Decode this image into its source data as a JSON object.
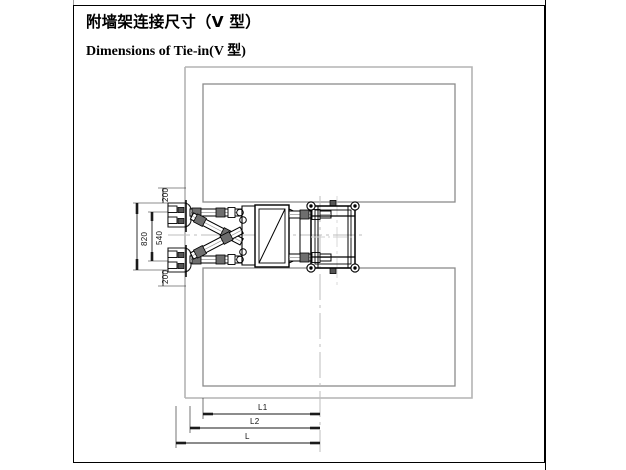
{
  "document": {
    "title_cn": "附墙架连接尺寸（V 型）",
    "title_en": "Dimensions of Tie-in(V 型)",
    "drawing_type": "engineering-elevation",
    "subject": "wall tie-in bracket (V type) for mast climbing work platform"
  },
  "dimensions": {
    "vertical": [
      {
        "label": "200",
        "id": "top-200",
        "meaning": "upper edge offset"
      },
      {
        "label": "820",
        "id": "overall-820",
        "meaning": "overall bracket height"
      },
      {
        "label": "540",
        "id": "inner-540",
        "meaning": "anchor centre spacing"
      },
      {
        "label": "200",
        "id": "bottom-200",
        "meaning": "lower edge offset"
      }
    ],
    "horizontal": [
      {
        "label": "L1",
        "id": "dim-l1",
        "meaning": "wall face to mast centre"
      },
      {
        "label": "L2",
        "id": "dim-l2",
        "meaning": "intermediate length"
      },
      {
        "label": "L",
        "id": "dim-l",
        "meaning": "overall tie-in length"
      }
    ]
  },
  "colors": {
    "ink": "#000000",
    "wall_outer": "#b4b4b4",
    "wall_inner": "#8c8c8c",
    "dimension_line": "#1a1a1a",
    "centre_line": "#bdbdbd",
    "paper": "#ffffff"
  },
  "components": [
    {
      "name": "wall-outline",
      "count": 1
    },
    {
      "name": "wall-panel-upper",
      "count": 1
    },
    {
      "name": "wall-panel-lower",
      "count": 1
    },
    {
      "name": "wall-anchor-bracket",
      "count": 2
    },
    {
      "name": "horizontal-strut",
      "count": 2
    },
    {
      "name": "diagonal-v-brace",
      "count": 2
    },
    {
      "name": "centre-box-frame",
      "count": 1
    },
    {
      "name": "mast-frame",
      "count": 1
    },
    {
      "name": "connection-node",
      "count": 4
    }
  ]
}
